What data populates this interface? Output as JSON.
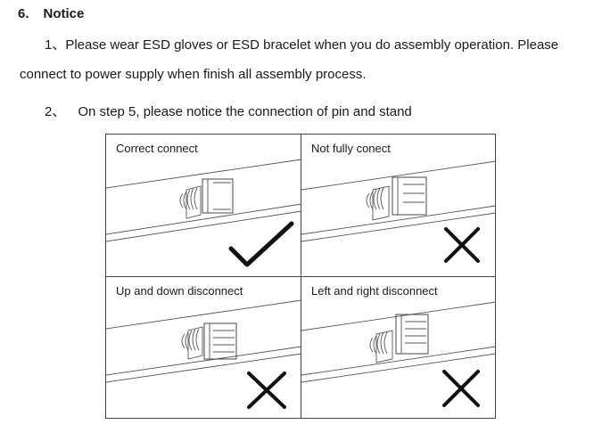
{
  "section": {
    "number": "6.",
    "title": "Notice"
  },
  "item1": {
    "number": "1、",
    "line1": "Please wear ESD gloves or ESD bracelet when you do assembly operation. Please",
    "line2": "connect to power supply when finish all assembly process."
  },
  "item2": {
    "number": "2、",
    "text": "On step 5, please notice the connection of pin and stand"
  },
  "panels": [
    {
      "label": "Correct connect",
      "mark": "check-mark"
    },
    {
      "label": "Not fully conect",
      "mark": "cross-mark"
    },
    {
      "label": "Up and down disconnect",
      "mark": "cross-mark"
    },
    {
      "label": "Left and right disconnect",
      "mark": "cross-mark"
    }
  ]
}
